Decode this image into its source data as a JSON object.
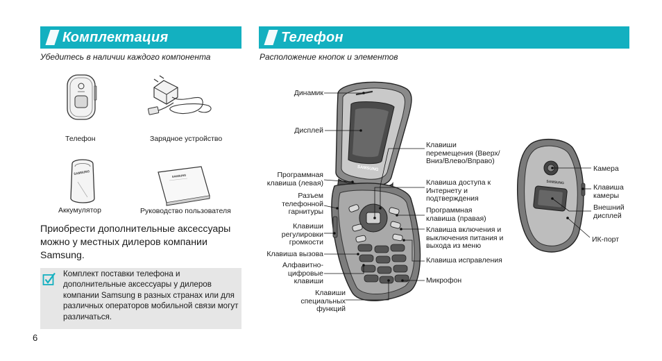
{
  "left": {
    "banner_title": "Комплектация",
    "subtitle": "Убедитесь в наличии каждого компонента",
    "items": [
      {
        "caption": "Телефон"
      },
      {
        "caption": "Зарядное устройство"
      },
      {
        "caption": "Аккумулятор"
      },
      {
        "caption": "Руководство пользователя"
      }
    ],
    "accessories_text": "Приобрести дополнительные аксессуары можно у местных дилеров компании Samsung.",
    "note": {
      "icon": "checkbox-icon",
      "text": "Комплект поставки телефона и дополнительные аксессуары у дилеров компании Samsung в разных странах или для различных операторов мобильной связи могут различаться."
    }
  },
  "right": {
    "banner_title": "Телефон",
    "subtitle": "Расположение кнопок и элементов",
    "brand_print": "SAMSUNG",
    "labels_left": [
      {
        "text": "Динамик"
      },
      {
        "text": "Дисплей"
      },
      {
        "text": "Программная клавиша (левая)"
      },
      {
        "text": "Разъем телефонной гарнитуры"
      },
      {
        "text": "Клавиши регулировки громкости"
      },
      {
        "text": "Клавиша вызова"
      },
      {
        "text": "Алфавитно-цифровые клавиши"
      },
      {
        "text": "Клавиши специальных функций"
      }
    ],
    "labels_middle": [
      {
        "text": "Клавиши перемещения (Вверх/Вниз/Влево/Вправо)"
      },
      {
        "text": "Клавиша доступа к Интернету и подтверждения"
      },
      {
        "text": "Программная клавиша (правая)"
      },
      {
        "text": "Клавиша включения и выключения питания и выхода из меню"
      },
      {
        "text": "Клавиша исправления"
      },
      {
        "text": "Микрофон"
      }
    ],
    "labels_closed": [
      {
        "text": "Камера"
      },
      {
        "text": "Клавиша камеры"
      },
      {
        "text": "Внешний дисплей"
      },
      {
        "text": "ИК-порт"
      }
    ]
  },
  "page_number": "6",
  "colors": {
    "banner": "#13b0c0",
    "note_bg": "#e6e6e6",
    "checkbox": "#13b0c0"
  }
}
